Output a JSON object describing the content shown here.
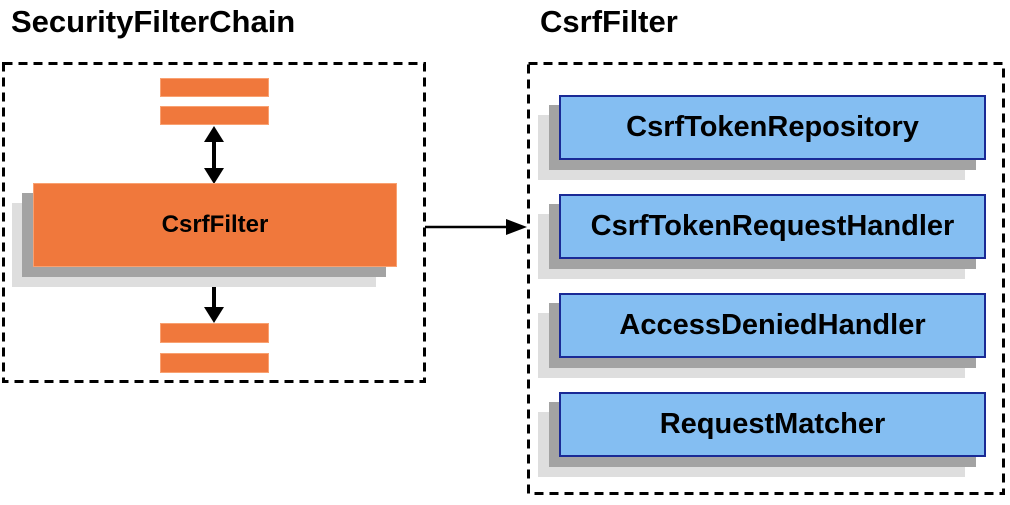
{
  "titles": {
    "left": "SecurityFilterChain",
    "right": "CsrfFilter"
  },
  "security_filter_chain": {
    "csrf_filter_label": "CsrfFilter",
    "other_filter_bars_above": 2,
    "other_filter_bars_below": 2
  },
  "csrf_filter_panel": {
    "components": [
      {
        "label": "CsrfTokenRepository"
      },
      {
        "label": "CsrfTokenRequestHandler"
      },
      {
        "label": "AccessDeniedHandler"
      },
      {
        "label": "RequestMatcher"
      }
    ]
  },
  "connections": [
    {
      "from": "filter-bars-top",
      "to": "csrf-filter-box",
      "type": "bidirectional-arrow"
    },
    {
      "from": "csrf-filter-box",
      "to": "filter-bars-bottom",
      "type": "bidirectional-arrow"
    },
    {
      "from": "csrf-filter-box",
      "to": "csrf-filter-panel",
      "type": "arrow-right"
    }
  ],
  "icons": {
    "bidirectional_arrow": "↕",
    "right_arrow": "→"
  },
  "colors": {
    "orange_fill": "#F0783C",
    "orange_edge": "#F9A171",
    "blue_fill": "#84BEF2",
    "blue_border": "#1A2A96",
    "shadow_dark": "#A3A3A3",
    "shadow_light": "#DEDEDE",
    "dashed_border": "#000000",
    "arrow": "#000000",
    "title_text": "#000000"
  }
}
